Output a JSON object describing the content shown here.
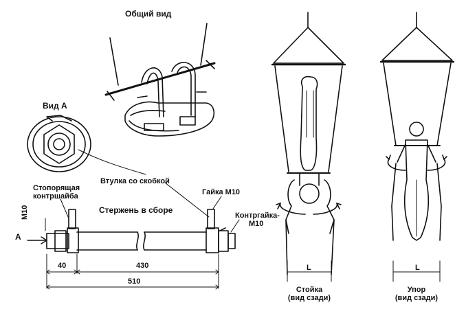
{
  "labels": {
    "general_view": "Общий вид",
    "view_a": "Вид А",
    "bushing": "Втулка со скобкой",
    "lock_washer_line1": "Стопорящая",
    "lock_washer_line2": "контршайба",
    "nut_m10": "Гайка М10",
    "locknut_line1": "Контргайка-",
    "locknut_line2": "М10",
    "rod_assembly": "Стержень в сборе",
    "m10_side": "М10",
    "arrow_a": "А",
    "stance_line1": "Стойка",
    "stance_line2": "(вид сзади)",
    "support_line1": "Упор",
    "support_line2": "(вид сзади)",
    "l_left": "L",
    "l_right": "L"
  },
  "dimensions": {
    "d40": "40",
    "d430": "430",
    "d510": "510"
  }
}
